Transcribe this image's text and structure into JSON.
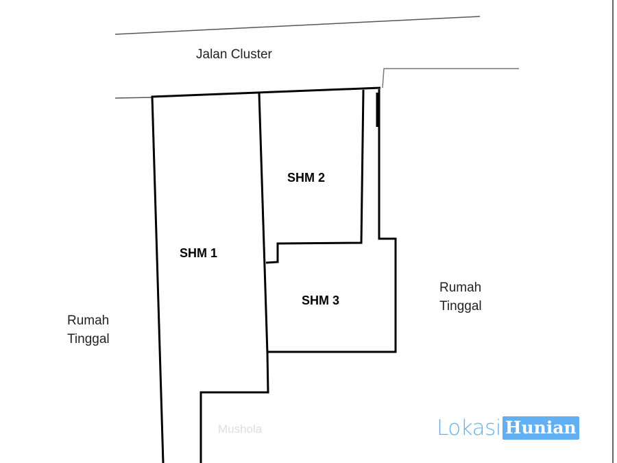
{
  "road_label": "Jalan Cluster",
  "parcels": [
    {
      "label": "SHM 1"
    },
    {
      "label": "SHM 2"
    },
    {
      "label": "SHM 3"
    }
  ],
  "neighbors": {
    "left": [
      "Rumah",
      "Tinggal"
    ],
    "right": [
      "Rumah",
      "Tinggal"
    ],
    "bottom": "Mushola"
  },
  "logo": {
    "part1": "Lokasi",
    "part2": "Hunian",
    "color": "#62b0f2"
  }
}
